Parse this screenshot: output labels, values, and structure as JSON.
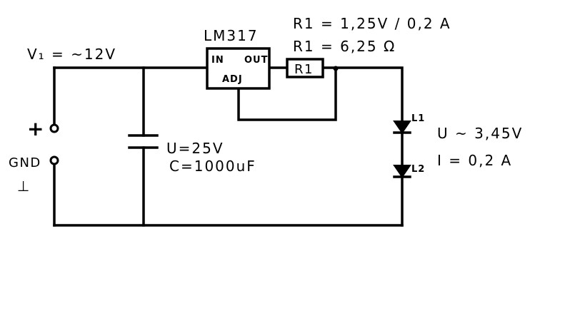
{
  "formula": {
    "r1_calc": "R1 = 1,25V / 0,2 A",
    "r1_value": "R1 = 6,25 Ω"
  },
  "regulator": {
    "name": "LM317",
    "pin_in": "IN",
    "pin_out": "OUT",
    "pin_adj": "ADJ"
  },
  "resistor": {
    "label": "R1"
  },
  "input": {
    "voltage": "V₁ = ~12V",
    "plus": "+",
    "gnd": "GND",
    "gnd_symbol": "⊥"
  },
  "capacitor": {
    "voltage": "U=25V",
    "capacitance": "C=1000uF"
  },
  "leds": {
    "l1": "L1",
    "l2": "L2",
    "voltage": "U ~ 3,45V",
    "current": "I = 0,2 A"
  }
}
